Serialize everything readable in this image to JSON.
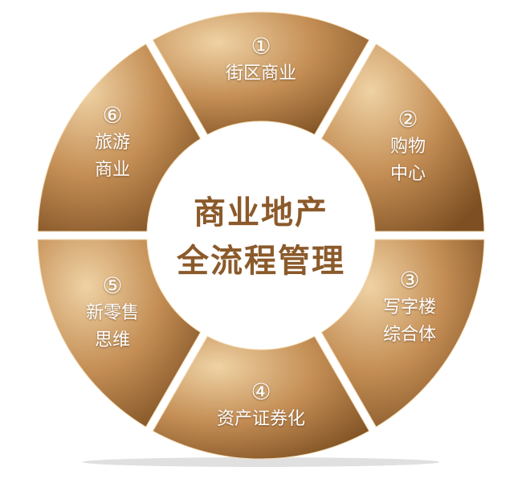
{
  "center": {
    "line1": "商业地产",
    "line2": "全流程管理"
  },
  "segments": [
    {
      "number": "①",
      "lines": [
        "街区商业"
      ]
    },
    {
      "number": "②",
      "lines": [
        "购物",
        "中心"
      ]
    },
    {
      "number": "③",
      "lines": [
        "写字楼",
        "综合体"
      ]
    },
    {
      "number": "④",
      "lines": [
        "资产证券化"
      ]
    },
    {
      "number": "⑤",
      "lines": [
        "新零售",
        "思维"
      ]
    },
    {
      "number": "⑥",
      "lines": [
        "旅游",
        "商业"
      ]
    }
  ],
  "colors": {
    "light": "#efd2a4",
    "mid": "#c48e55",
    "dark": "#7d4f22",
    "text": "#8b5a2b"
  }
}
